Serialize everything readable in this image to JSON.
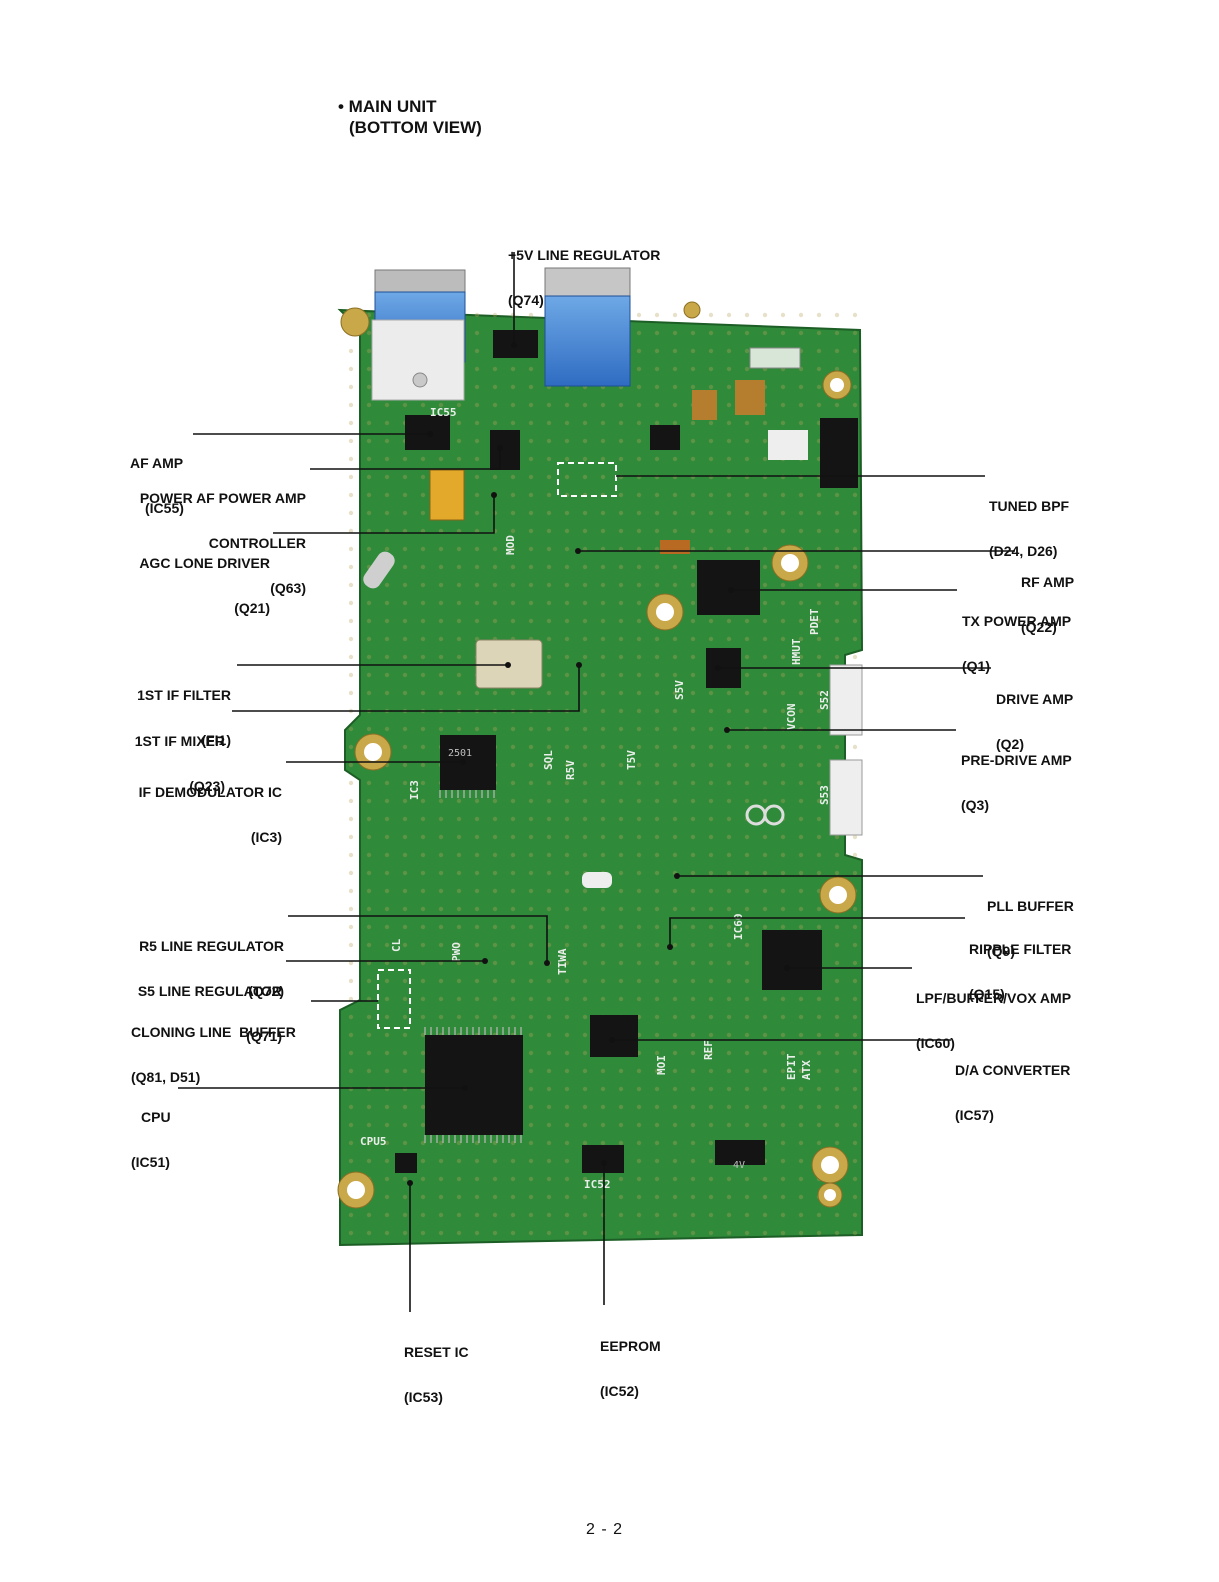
{
  "page": {
    "title_line1": "• MAIN UNIT",
    "title_line2": "(BOTTOM VIEW)",
    "page_number": "2 - 2"
  },
  "labels": {
    "q74": {
      "l1": "+5V LINE REGULATOR",
      "l2": "(Q74)"
    },
    "ic55": {
      "l1": "AF AMP",
      "l2": "(IC55)"
    },
    "q63": {
      "l1": "POWER AF POWER AMP",
      "l2": "CONTROLLER",
      "l3": "(Q63)"
    },
    "q21": {
      "l1": "AGC LONE DRIVER",
      "l2": "(Q21)"
    },
    "fi1": {
      "l1": "1ST IF FILTER",
      "l2": "(FI1)"
    },
    "q23": {
      "l1": "1ST IF MIXER",
      "l2": "(Q23)"
    },
    "ic3": {
      "l1": "IF DEMODULATOR IC",
      "l2": "(IC3)"
    },
    "q72": {
      "l1": "R5 LINE REGULATOR",
      "l2": "(Q72)"
    },
    "q71": {
      "l1": "S5 LINE REGULATOR",
      "l2": "(Q71)"
    },
    "q81": {
      "l1": "CLONING LINE  BUFFER",
      "l2": "(Q81, D51)"
    },
    "ic51": {
      "l1": "CPU",
      "l2": "(IC51)"
    },
    "ic53": {
      "l1": "RESET IC",
      "l2": "(IC53)"
    },
    "ic52": {
      "l1": "EEPROM",
      "l2": "(IC52)"
    },
    "d24": {
      "l1": "TUNED BPF",
      "l2": "(D24, D26)"
    },
    "q22": {
      "l1": "RF AMP",
      "l2": "(Q22)"
    },
    "q1": {
      "l1": "TX POWER AMP",
      "l2": "(Q1)"
    },
    "q2": {
      "l1": "DRIVE AMP",
      "l2": "(Q2)"
    },
    "q3": {
      "l1": "PRE-DRIVE AMP",
      "l2": "(Q3)"
    },
    "q9": {
      "l1": "PLL BUFFER",
      "l2": "(Q9)"
    },
    "q15": {
      "l1": "RIPPLE FILTER",
      "l2": "(Q15)"
    },
    "ic60": {
      "l1": "LPF/BUFFER/VOX AMP",
      "l2": "(IC60)"
    },
    "ic57": {
      "l1": "D/A CONVERTER",
      "l2": "(IC57)"
    }
  },
  "silkscreen": {
    "ic55": "IC55",
    "ic3": "IC3",
    "ic52": "IC52",
    "cpu5": "CPU5",
    "ic60": "IC60",
    "s5v": "S5V",
    "t5v": "T5V",
    "r5v": "R5V",
    "sql": "SQL",
    "mod": "MOD",
    "pdet": "PDET",
    "hmut": "HMUT",
    "vcon": "VCON",
    "s52": "S52",
    "s53": "S53",
    "cl": "CL",
    "pwo": "PWO",
    "tiwa": "TIWA",
    "ref": "REF",
    "epit": "EPIT",
    "atx": "ATX",
    "moi": "MOI",
    "ch_marking": "2501",
    "cap_marking": "4V"
  },
  "colors": {
    "board": "#2f8a3a",
    "board_dark": "#1f6a2a",
    "pad_gold": "#c9a84a",
    "chip": "#141414",
    "label_line": "#111111"
  }
}
